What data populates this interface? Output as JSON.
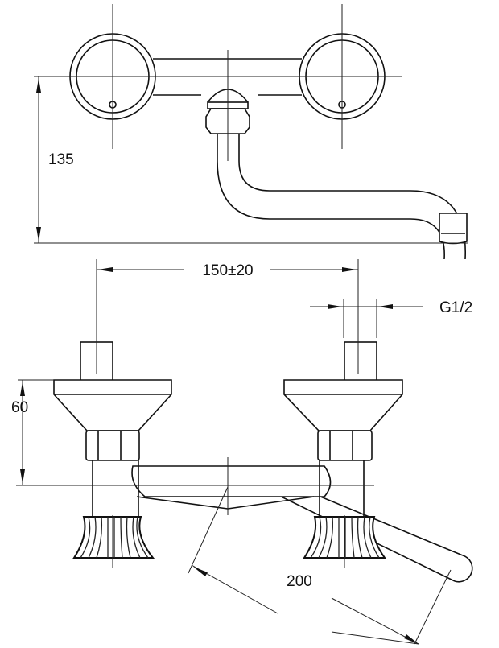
{
  "drawing": {
    "dimensions": {
      "height_total": "135",
      "spacing": "150±20",
      "thread": "G1/2",
      "height_handle": "60",
      "spout_reach": "200"
    },
    "line_color": "#111111",
    "background": "#ffffff"
  }
}
